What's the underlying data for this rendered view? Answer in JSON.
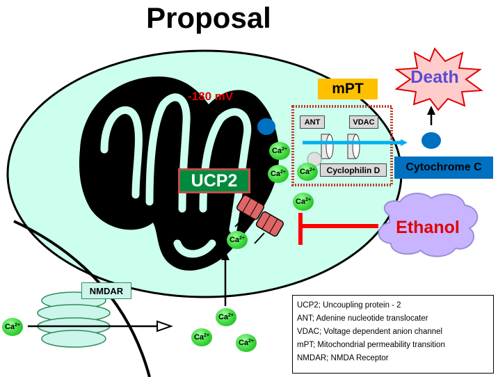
{
  "title": "Proposal",
  "labels": {
    "mpt": "mPT",
    "death": "Death",
    "voltage": "-180 mV",
    "ant": "ANT",
    "vdac": "VDAC",
    "cyclophilin": "Cyclophilin D",
    "ucp2": "UCP2",
    "cytochrome": "Cytochrome C",
    "ethanol": "Ethanol",
    "nmdar": "NMDAR"
  },
  "calcium": {
    "base": "Ca",
    "charge": "2+"
  },
  "legend": [
    "UCP2; Uncoupling protein - 2",
    "ANT; Adenine nucleotide translocater",
    "VDAC; Voltage dependent  anion channel",
    "mPT; Mitochondrial permeability transition",
    "NMDAR; NMDA Receptor"
  ],
  "colors": {
    "cell": "#ccffee",
    "mitochondrion": "#000000",
    "mpt_box": "#ffc000",
    "ucp2_box": "#008a3e",
    "cytochrome_box": "#0070c0",
    "death_star": "#ffcccc",
    "ethanol_cloud": "#c8b4ff",
    "calcium": "#33cc33",
    "inhibition": "#ff0000",
    "transport_arrow": "#00b0f0"
  }
}
